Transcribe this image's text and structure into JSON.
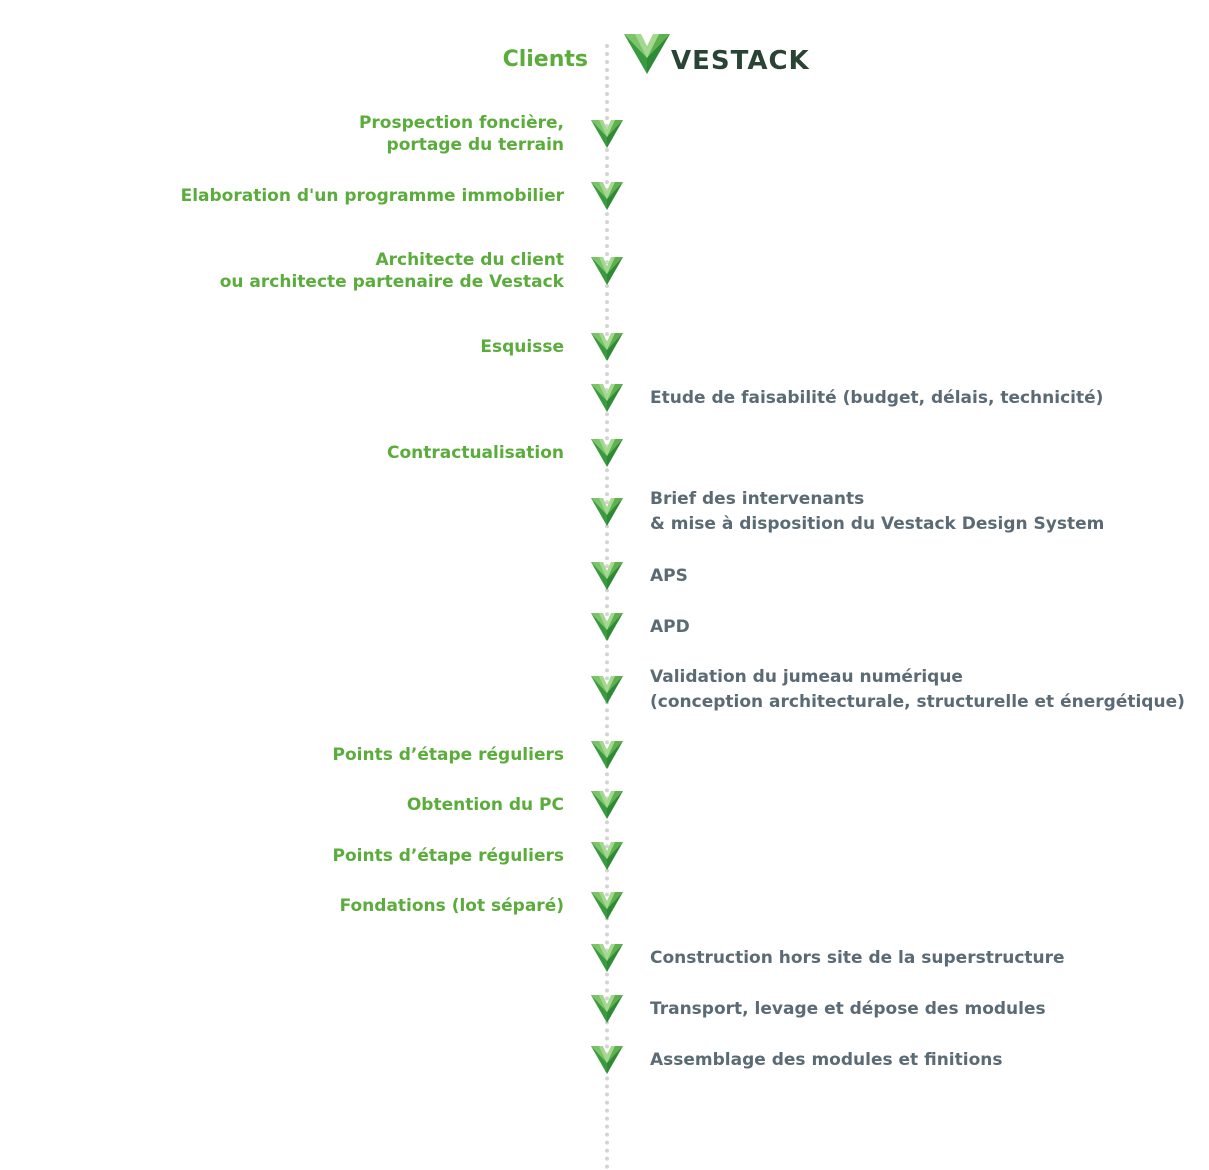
{
  "header": {
    "clients_label": "Clients",
    "brand_name": "VESTACK"
  },
  "colors": {
    "client_text": "#5aac3b",
    "vestack_text": "#5b6b75",
    "brand_dark": "#294335",
    "marker_green": "#3a9a3f",
    "marker_light": "#7cc46a",
    "timeline": "#d4d4d4"
  },
  "icons": {
    "marker": "vestack-v-icon",
    "logo": "vestack-logo-icon"
  },
  "steps": [
    {
      "side": "client",
      "lines": [
        "Prospection foncière,",
        "portage du terrain"
      ]
    },
    {
      "side": "client",
      "lines": [
        "Elaboration d'un programme immobilier"
      ]
    },
    {
      "side": "client",
      "lines": [
        "Architecte du client",
        "ou architecte partenaire de Vestack"
      ]
    },
    {
      "side": "client",
      "lines": [
        "Esquisse"
      ]
    },
    {
      "side": "vestack",
      "lines": [
        "Etude de faisabilité (budget, délais, technicité)"
      ]
    },
    {
      "side": "client",
      "lines": [
        "Contractualisation"
      ]
    },
    {
      "side": "vestack",
      "lines": [
        "Brief des intervenants",
        "& mise à disposition du Vestack Design System"
      ]
    },
    {
      "side": "vestack",
      "lines": [
        "APS"
      ]
    },
    {
      "side": "vestack",
      "lines": [
        "APD"
      ]
    },
    {
      "side": "vestack",
      "lines": [
        "Validation du jumeau numérique",
        "(conception architecturale, structurelle et énergétique)"
      ]
    },
    {
      "side": "client",
      "lines": [
        "Points d’étape réguliers"
      ]
    },
    {
      "side": "client",
      "lines": [
        "Obtention du PC"
      ]
    },
    {
      "side": "client",
      "lines": [
        "Points d’étape réguliers"
      ]
    },
    {
      "side": "client",
      "lines": [
        "Fondations (lot séparé)"
      ]
    },
    {
      "side": "vestack",
      "lines": [
        "Construction hors site de la superstructure"
      ]
    },
    {
      "side": "vestack",
      "lines": [
        "Transport, levage et dépose des modules"
      ]
    },
    {
      "side": "vestack",
      "lines": [
        "Assemblage des modules et finitions"
      ]
    }
  ]
}
